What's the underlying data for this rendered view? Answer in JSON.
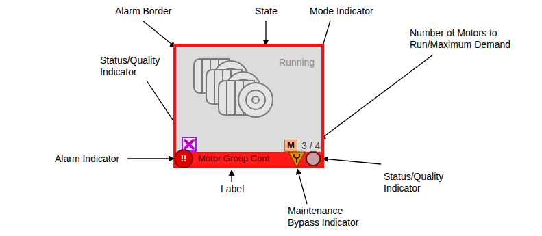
{
  "diagram": {
    "nodes": [
      {
        "text": [
          "Running",
          "3 / 4"
        ]
      },
      {
        "text": [
          "M"
        ],
        "in": 0
      },
      {
        "text": [
          "Motor Group Cont"
        ],
        "in": 0
      }
    ],
    "labels": [
      "Alarm Border",
      "State",
      "Mode Indicator",
      "Number of Motors to Run/Maximum Demand",
      "Status/Quality Indicator",
      "Alarm Indicator",
      "!!",
      "Status/Quality Indicator",
      "Label",
      "Maintenance Bypass Indicator"
    ]
  }
}
